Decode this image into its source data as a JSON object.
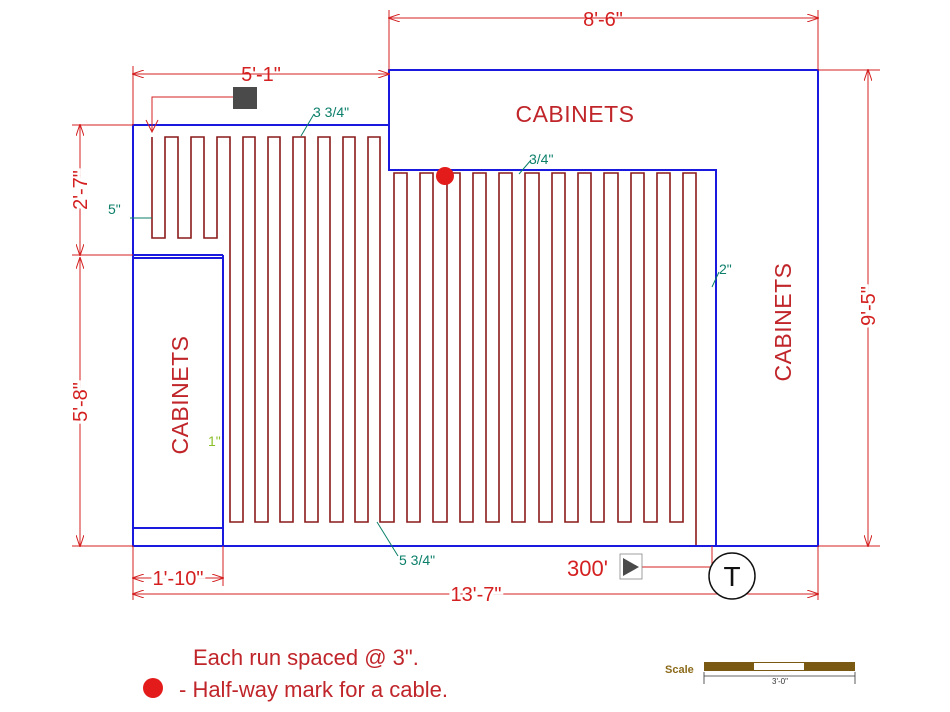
{
  "dimensions": {
    "top_width": "8'-6\"",
    "upper_left_width": "5'-1\"",
    "left_upper_height": "2'-7\"",
    "left_lower_height": "5'-8\"",
    "right_height": "9'-5\"",
    "bottom_left_width": "1'-10\"",
    "overall_width": "13'-7\""
  },
  "offsets": {
    "top_left": "3 3/4\"",
    "top_right": "3/4\"",
    "left": "5\"",
    "right": "2\"",
    "left_cabinet": "1\"",
    "bottom": "5 3/4\""
  },
  "labels": {
    "cabinets_top": "CABINETS",
    "cabinets_left": "CABINETS",
    "cabinets_right": "CABINETS",
    "cable_length": "300'",
    "thermostat": "T"
  },
  "notes": {
    "spacing": "Each run spaced @ 3\".",
    "halfway": "- Half-way mark for a cable."
  },
  "scale": {
    "title": "Scale",
    "value": "3'-0\""
  },
  "colors": {
    "wall": "#1a1adf",
    "cable": "#8b1a1a",
    "dimension": "#d42020",
    "offset": "#0b7f6a",
    "marker": "#e31b1b"
  },
  "icons": {
    "cable_start": "junction-box-icon",
    "halfway_marker": "red-dot-icon",
    "thermostat": "thermostat-icon",
    "cable_end": "cable-end-arrow-icon"
  }
}
